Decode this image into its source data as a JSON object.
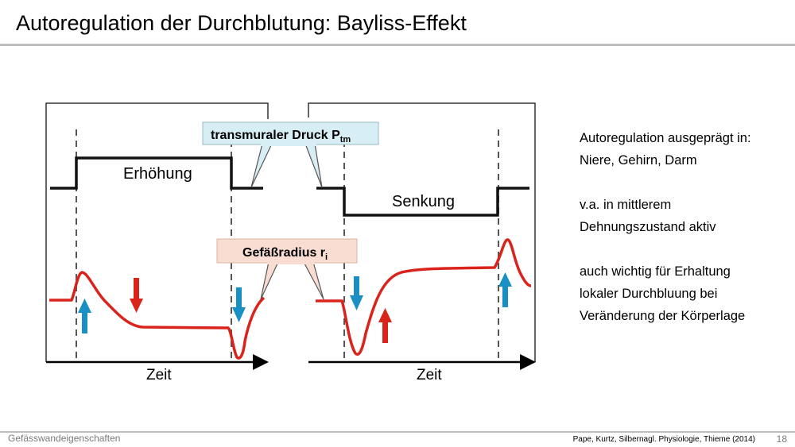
{
  "slide": {
    "title": "Autoregulation der Durchblutung:  Bayliss-Effekt",
    "footer_left": "Gefässwandeigenschaften",
    "citation": "Pape, Kurtz, Silbernagl. Physiologie, Thieme (2014)",
    "page_number": "18"
  },
  "diagram": {
    "label_pressure": "transmuraler Druck P",
    "label_pressure_sub": "tm",
    "label_radius": "Gefäßradius r",
    "label_radius_sub": "i",
    "left_panel": {
      "step_label": "Erhöhung",
      "axis_label": "Zeit"
    },
    "right_panel": {
      "step_label": "Senkung",
      "axis_label": "Zeit"
    }
  },
  "notes": [
    {
      "line1": "Autoregulation ausgeprägt in:",
      "line2": "Niere, Gehirn, Darm"
    },
    {
      "line1": "v.a. in mittlerem",
      "line2": "Dehnungszustand aktiv"
    },
    {
      "line1": "auch wichtig für Erhaltung",
      "line2": "lokaler Durchbluung bei",
      "line3": "Veränderung der Körperlage"
    }
  ],
  "colors": {
    "radius_curve": "#d9231b",
    "blue_arrow": "#1a8fc4",
    "red_arrow": "#d9231b",
    "pressure_box": "#d7eef4",
    "radius_box": "#f9ddd2"
  }
}
